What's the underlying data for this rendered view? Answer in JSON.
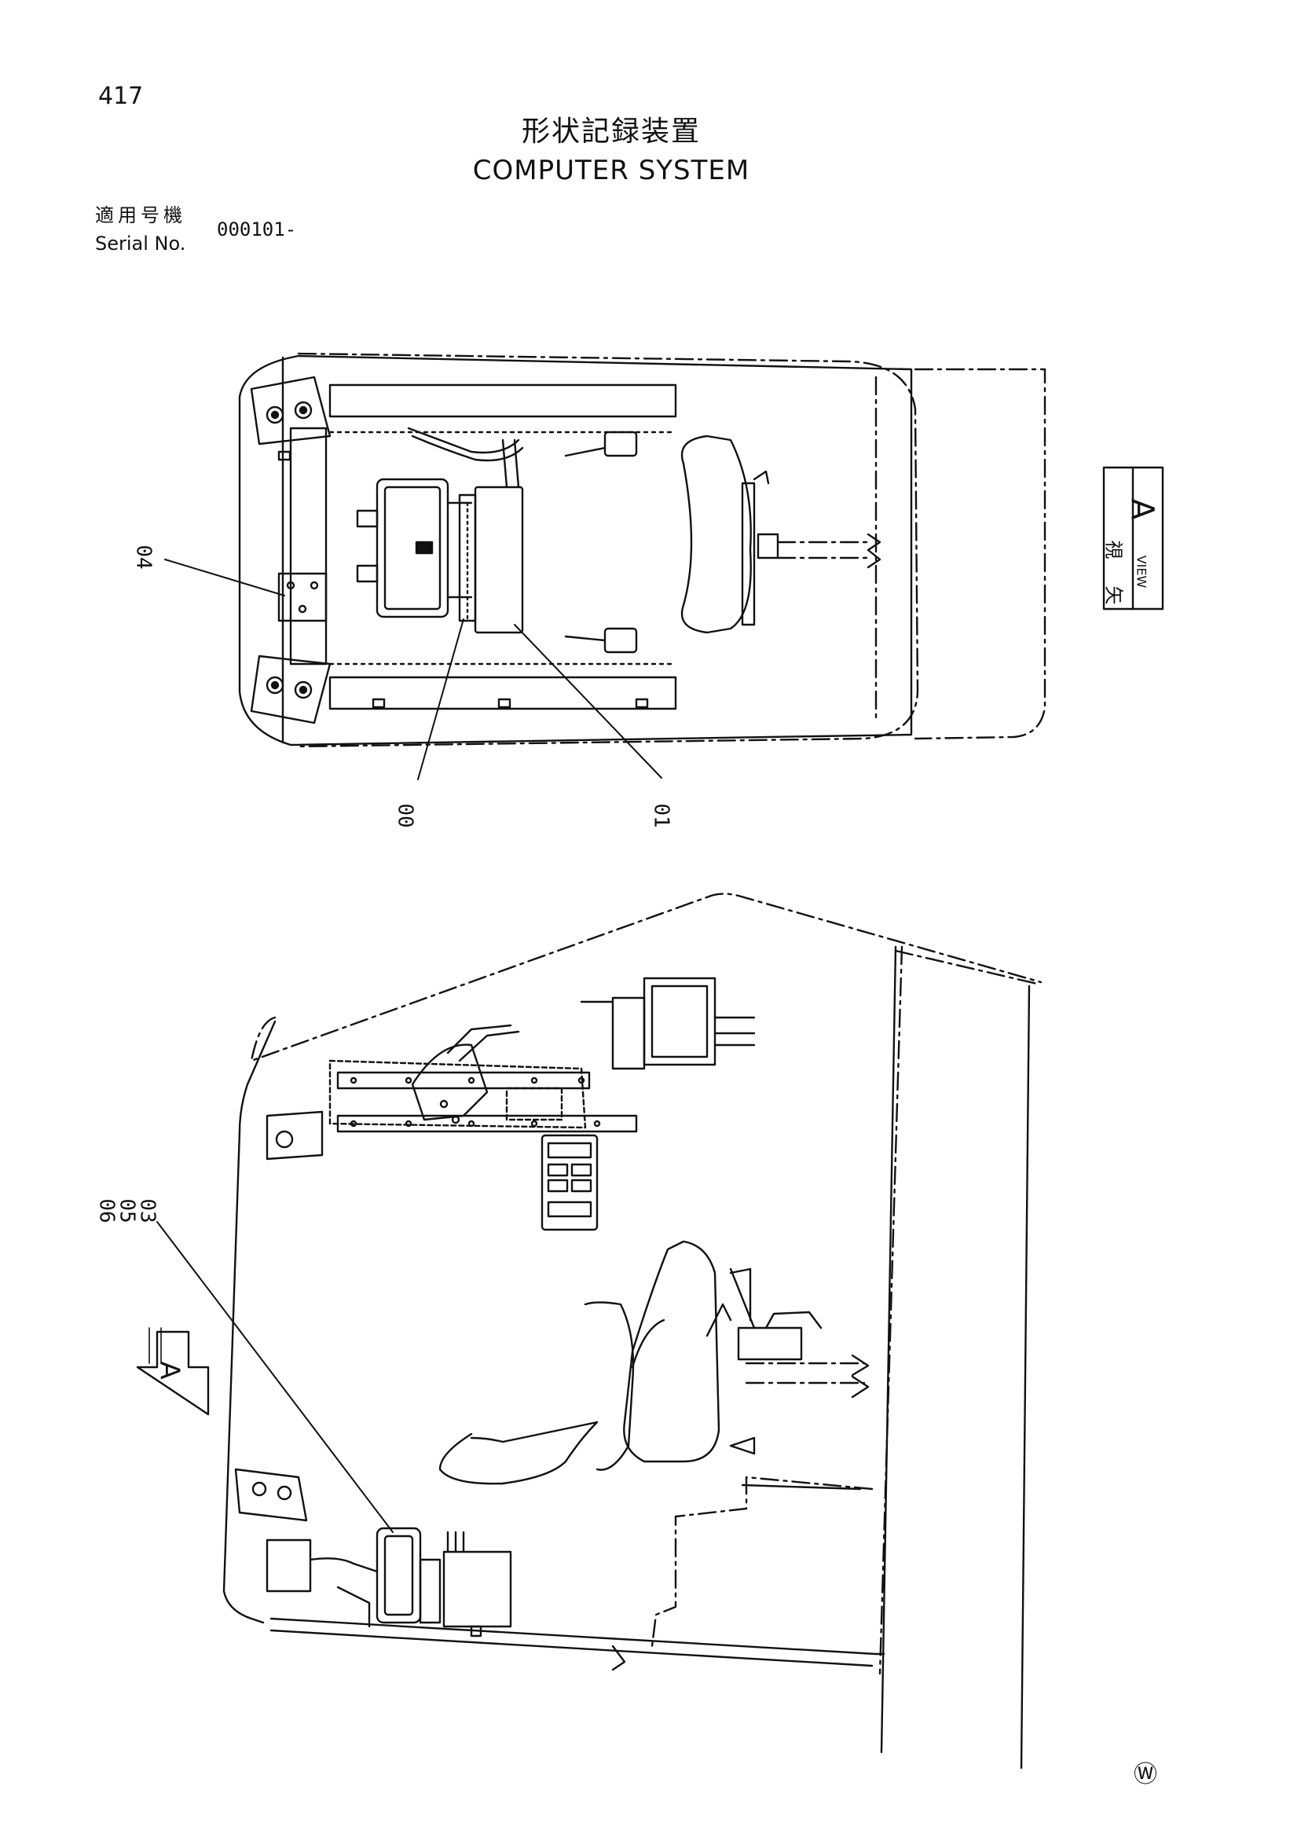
{
  "header": {
    "page_number": "417",
    "title_jp": "形状記録装置",
    "title_en": "COMPUTER SYSTEM",
    "serial_label_jp": "適用号機",
    "serial_label_en": "Serial No.",
    "serial_value": "000101-"
  },
  "top_view": {
    "callouts": [
      "04",
      "00",
      "01"
    ],
    "view_tag": {
      "jp_line1": "矢",
      "jp_line2": "視",
      "en": "VIEW",
      "letter": "A"
    }
  },
  "side_view": {
    "callouts": [
      "06",
      "05",
      "03"
    ],
    "view_arrow_letter": "A"
  },
  "footer": {
    "symbol": "Ⓦ"
  },
  "colors": {
    "line": "#111111",
    "background": "#ffffff"
  }
}
